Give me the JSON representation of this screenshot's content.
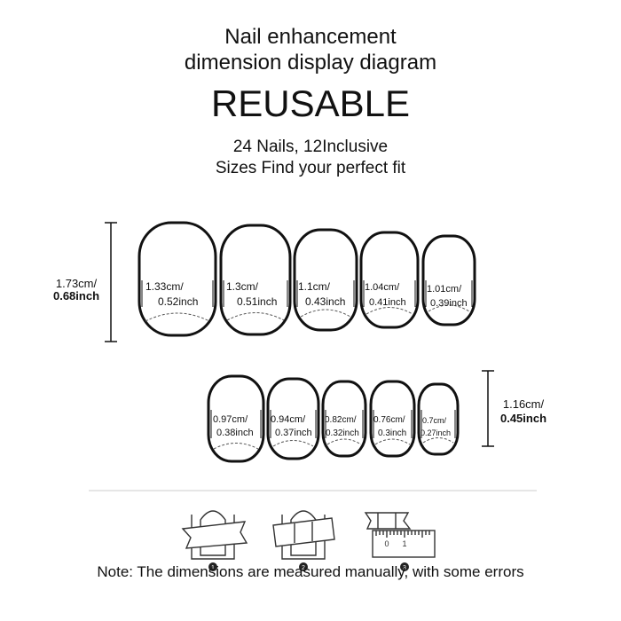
{
  "header": {
    "title_line1": "Nail enhancement",
    "title_line2": "dimension display diagram",
    "headline": "REUSABLE",
    "subtitle_line1": "24 Nails, 12Inclusive",
    "subtitle_line2": "Sizes Find your perfect fit"
  },
  "row1": {
    "height_cm": "1.73cm/",
    "height_inch": "0.68inch",
    "nails": [
      {
        "cm": "1.33cm/",
        "inch": "0.52inch"
      },
      {
        "cm": "1.3cm/",
        "inch": "0.51inch"
      },
      {
        "cm": "1.1cm/",
        "inch": "0.43inch"
      },
      {
        "cm": "1.04cm/",
        "inch": "0.41inch"
      },
      {
        "cm": "1.01cm/",
        "inch": "0.39inch"
      }
    ]
  },
  "row2": {
    "height_cm": "1.16cm/",
    "height_inch": "0.45inch",
    "nails": [
      {
        "cm": "0.97cm/",
        "inch": "0.38inch"
      },
      {
        "cm": "0.94cm/",
        "inch": "0.37inch"
      },
      {
        "cm": "0.82cm/",
        "inch": "0.32inch"
      },
      {
        "cm": "0.76cm/",
        "inch": "0.3inch"
      },
      {
        "cm": "0.7cm/",
        "inch": "0.27inch"
      }
    ]
  },
  "steps": [
    {
      "number": "1"
    },
    {
      "number": "2"
    },
    {
      "number": "3"
    }
  ],
  "ruler_labels": [
    "0",
    "1"
  ],
  "footer_note": "Note: The dimensions are measured manually, with some errors"
}
